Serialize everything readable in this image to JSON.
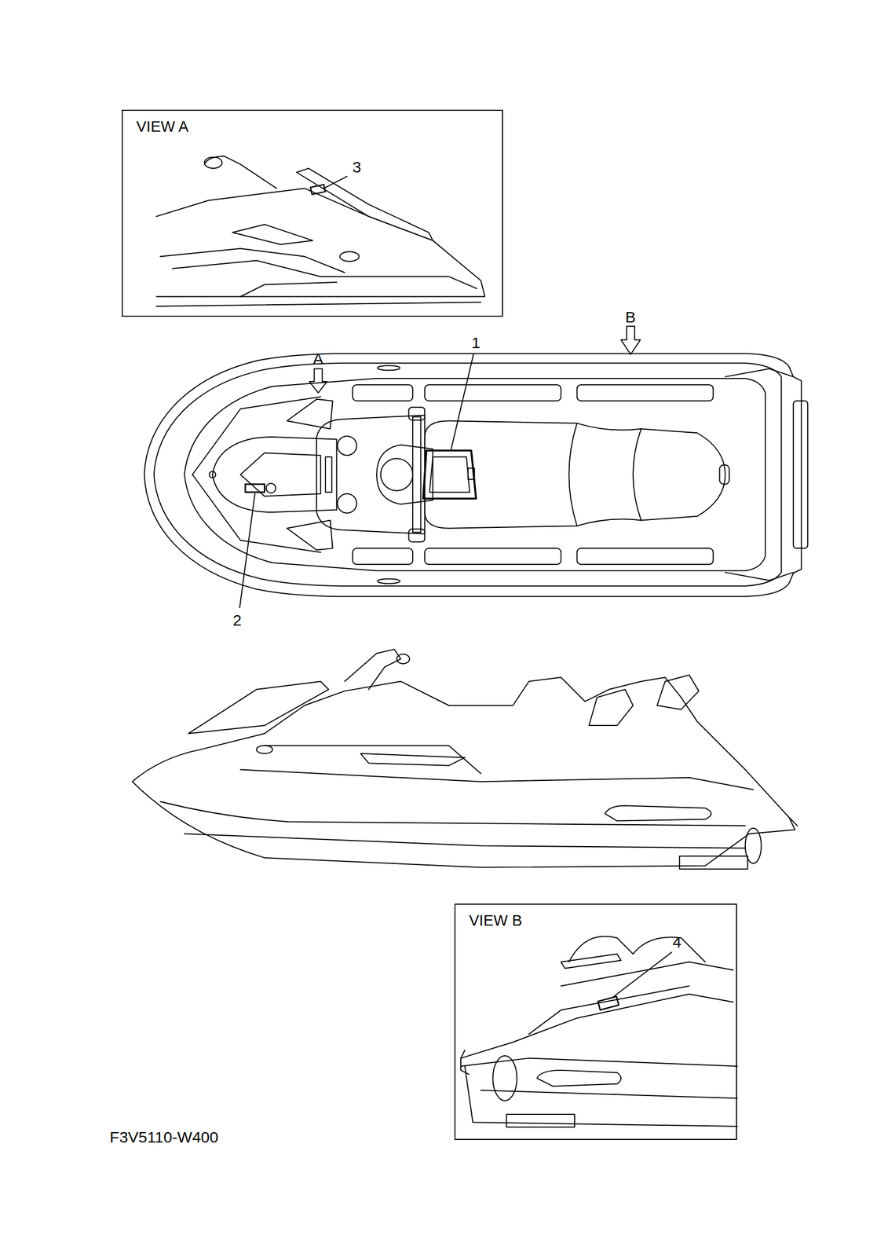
{
  "diagram": {
    "nodes": [
      {
        "text": [
          "VIEW A"
        ]
      },
      {
        "text": [
          "VIEW B"
        ]
      }
    ],
    "labels": [
      "3",
      "B",
      "A",
      "1",
      "2",
      "4",
      "F3V5110-W400"
    ]
  }
}
